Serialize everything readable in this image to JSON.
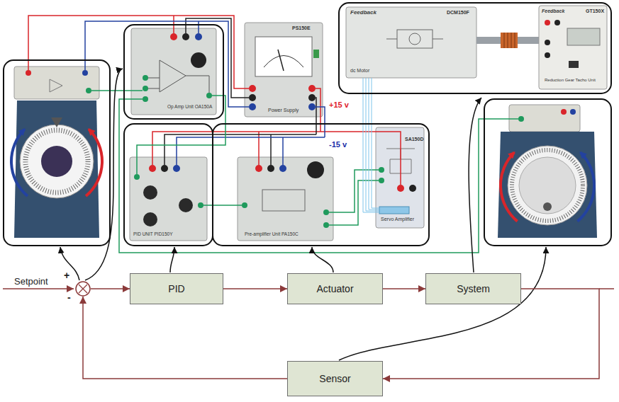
{
  "diagram": {
    "nodes": [
      {
        "text": [
          "+",
          "-"
        ]
      },
      {
        "text": [
          "PID"
        ]
      },
      {
        "text": [
          "Actuator"
        ]
      },
      {
        "text": [
          "System"
        ]
      },
      {
        "text": [
          "Sensor"
        ]
      }
    ],
    "edges": [
      {
        "from": 0,
        "to": 1,
        "arrow": "to"
      },
      {
        "from": 1,
        "to": 2,
        "arrow": "to"
      },
      {
        "from": 2,
        "to": 3,
        "arrow": "to"
      },
      {
        "from": 3,
        "to": 4,
        "arrow": "to"
      },
      {
        "from": 4,
        "to": 0,
        "arrow": "to"
      }
    ],
    "labels": [
      "Setpoint",
      "+15 v",
      "-15 v",
      "Op Amp Unit OA150A",
      "PS150E",
      "Power Supply",
      "PID UNIT PID150Y",
      "Pre-amplifier Unit PA150C",
      "SA150D",
      "Servo Amplifier",
      "Feedback",
      "DCM150F",
      "dc Motor",
      "Feedback",
      "GT150X",
      "Reduction Gear Tacho Unit"
    ]
  }
}
